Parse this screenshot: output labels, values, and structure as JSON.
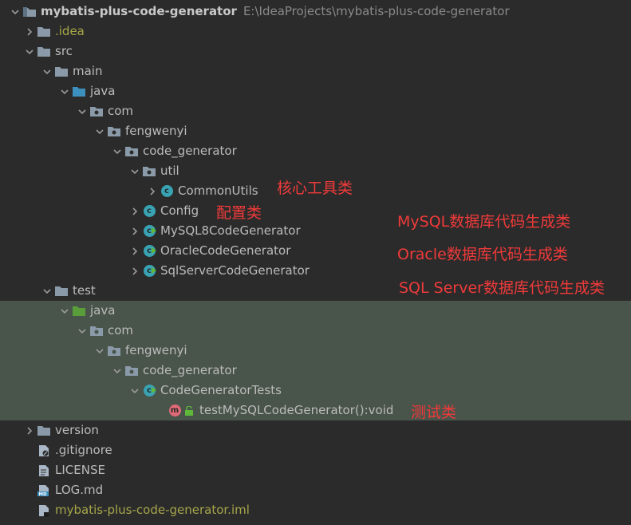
{
  "tree": {
    "root": {
      "name": "mybatis-plus-code-generator",
      "path": "E:\\IdeaProjects\\mybatis-plus-code-generator"
    },
    "idea": ".idea",
    "src": "src",
    "main": "main",
    "main_java": "java",
    "main_com": "com",
    "main_fengwenyi": "fengwenyi",
    "main_code_generator": "code_generator",
    "util": "util",
    "common_utils": "CommonUtils",
    "config": "Config",
    "mysql8": "MySQL8CodeGenerator",
    "oracle": "OracleCodeGenerator",
    "sqlserver": "SqlServerCodeGenerator",
    "test": "test",
    "test_java": "java",
    "test_com": "com",
    "test_fengwenyi": "fengwenyi",
    "test_code_generator": "code_generator",
    "tests_class": "CodeGeneratorTests",
    "test_method": "testMySQLCodeGenerator():void",
    "version": "version",
    "gitignore": ".gitignore",
    "license": "LICENSE",
    "log": "LOG.md",
    "iml": "mybatis-plus-code-generator.iml"
  },
  "annotations": {
    "core_utils": "核心工具类",
    "config": "配置类",
    "mysql": "MySQL数据库代码生成类",
    "oracle": "Oracle数据库代码生成类",
    "sqlserver": "SQL Server数据库代码生成类",
    "test": "测试类"
  },
  "colors": {
    "background": "#2b2b2b",
    "test_highlight": "#49544a",
    "annotation": "#f03a3a",
    "class_badge": "#3aa3b3",
    "method_badge": "#e06b77",
    "source_folder": "#3d8fbd",
    "test_folder": "#5a9e3c"
  }
}
